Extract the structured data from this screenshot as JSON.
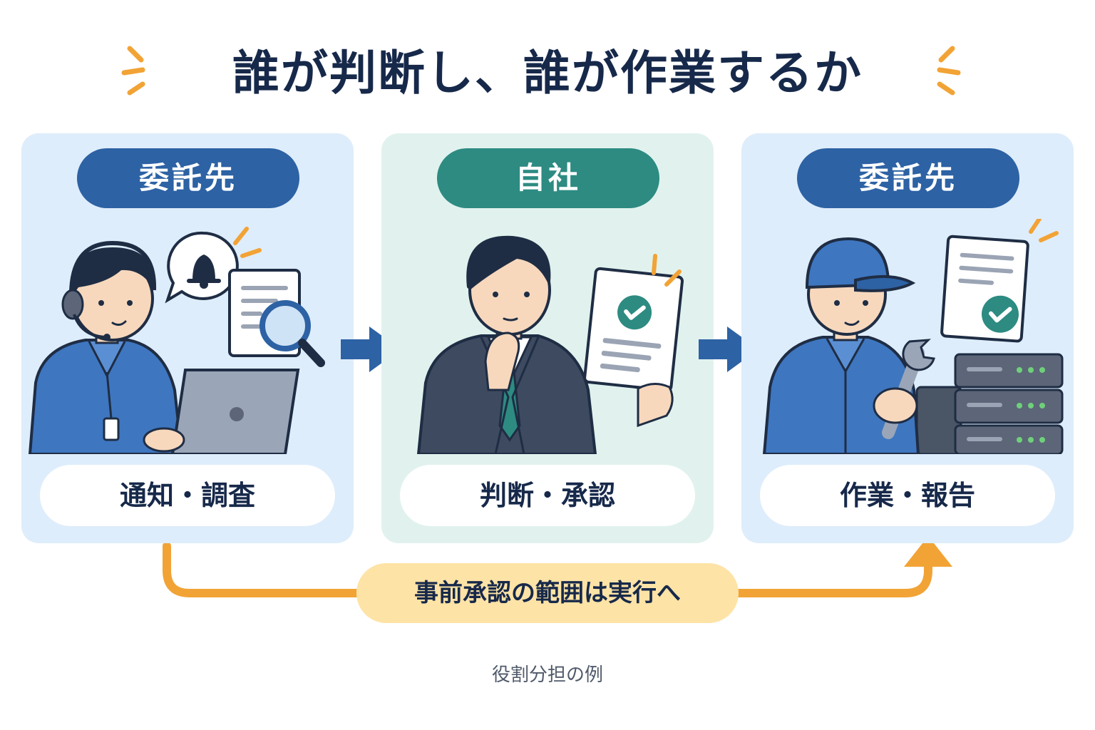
{
  "title": "誰が判断し、誰が作業するか",
  "panels": [
    {
      "role": "委託先",
      "task": "通知・調査",
      "figure": "operator-with-headset",
      "theme": "blue"
    },
    {
      "role": "自社",
      "task": "判断・承認",
      "figure": "manager-reviewing-document",
      "theme": "green"
    },
    {
      "role": "委託先",
      "task": "作業・報告",
      "figure": "technician-with-wrench",
      "theme": "blue"
    }
  ],
  "pre_approval_label": "事前承認の範囲は実行へ",
  "caption": "役割分担の例",
  "colors": {
    "title": "#17294a",
    "outsourcer_pill": "#2d62a4",
    "company_pill": "#2d8b82",
    "panel_blue": "#deedfb",
    "panel_green": "#e1f2ee",
    "flow_arrow": "#2d62a4",
    "approval_path": "#f2a335",
    "approval_pill": "#fde3a6"
  },
  "icons": [
    "bell-icon",
    "magnifier-icon",
    "document-icon",
    "check-icon",
    "laptop-icon",
    "wrench-icon",
    "server-rack-icon"
  ]
}
